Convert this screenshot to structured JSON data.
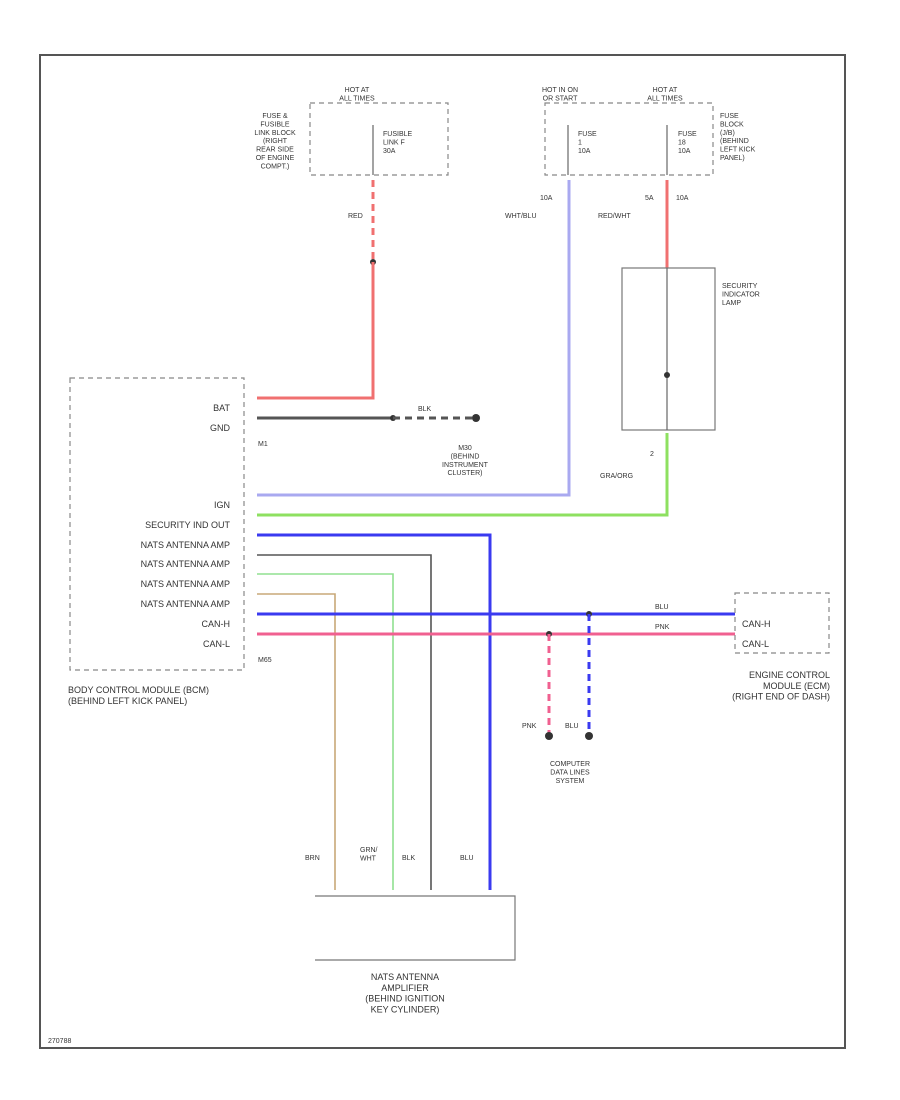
{
  "colors": {
    "red": "#f07070",
    "blue_light": "#a9a9f0",
    "green": "#8ee060",
    "blue": "#3a3af0",
    "black": "#555555",
    "green_light": "#90e090",
    "brown": "#c8a878",
    "pink": "#f06090"
  },
  "hot_at_all_times": "HOT AT\nALL TIMES",
  "hot_in_on": "HOT IN ON\nOR START",
  "fuse_box_left": "FUSE &\nFUSIBLE\nLINK BLOCK\n(RIGHT\nREAR SIDE\nOF ENGINE\nCOMPT.)",
  "fusible_link": "FUSIBLE\nLINK F\n30A",
  "fuse1": "FUSE\n1\n10A",
  "fuse2": "FUSE\n18\n10A",
  "fuse_block_right": "FUSE\nBLOCK\n(J/B)\n(BEHIND\nLEFT KICK\nPANEL)",
  "wire_red": "RED",
  "wire_10a": "10A",
  "wire_wht_blu": "WHT/BLU",
  "wire_5a": "5A",
  "wire_10a_2": "10A",
  "wire_red_wht": "RED/WHT",
  "security_lamp": "SECURITY\nINDICATOR\nLAMP",
  "lamp_pin": "2",
  "wire_gra_org": "GRA/ORG",
  "bcm_pins": {
    "bat": "BAT",
    "gnd": "GND",
    "ign": "IGN",
    "sec": "SECURITY IND OUT",
    "nats1": "NATS ANTENNA AMP",
    "nats2": "NATS ANTENNA AMP",
    "nats3": "NATS ANTENNA AMP",
    "nats4": "NATS ANTENNA AMP",
    "canh": "CAN-H",
    "canl": "CAN-L"
  },
  "bcm_conn_top": "M1",
  "bcm_conn_bot": "M65",
  "bcm_label": "BODY CONTROL MODULE (BCM)\n(BEHIND LEFT KICK PANEL)",
  "ground_label": "M30\n(BEHIND\nINSTRUMENT\nCLUSTER)",
  "ground_wire": "BLK",
  "ecm_canh": "CAN-H",
  "ecm_canl": "CAN-L",
  "ecm_label": "ENGINE CONTROL\nMODULE (ECM)\n(RIGHT END OF DASH)",
  "ecm_wire_blu": "BLU",
  "ecm_wire_pnk": "PNK",
  "cdl_pnk": "PNK",
  "cdl_blu": "BLU",
  "cdl_label": "COMPUTER\nDATA LINES\nSYSTEM",
  "amp_wires": {
    "brn": "BRN",
    "grn_wht": "GRN/\nWHT",
    "blk": "BLK",
    "blu": "BLU"
  },
  "nats_amp_label": "NATS ANTENNA\nAMPLIFIER\n(BEHIND IGNITION\nKEY CYLINDER)",
  "diagram_id": "270788"
}
